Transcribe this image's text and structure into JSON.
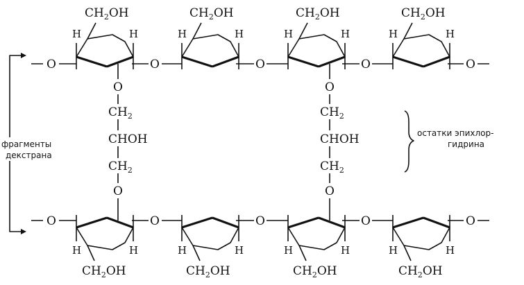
{
  "labels": {
    "ch2oh_main": "CH",
    "ch2oh_sub": "2",
    "ch2oh_tail": "OH",
    "h": "H",
    "o": "O",
    "ch2_main": "CH",
    "ch2_sub": "2",
    "choh": "CHOH",
    "chain_end": "—O—"
  },
  "annotations": {
    "left_line1": "фрагменты",
    "left_line2": "декстрана",
    "right_line1": "остатки   эпихлор-",
    "right_line2": "гидрина"
  },
  "colors": {
    "ink": "#111111",
    "background": "#ffffff"
  }
}
